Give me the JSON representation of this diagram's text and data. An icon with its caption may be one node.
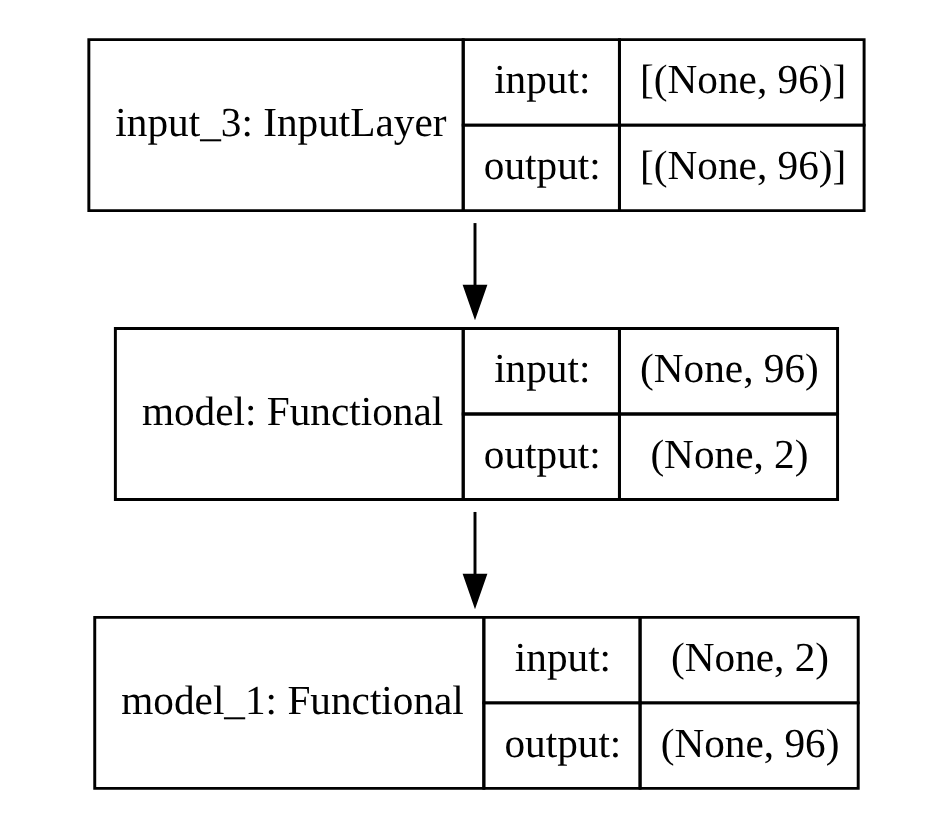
{
  "diagram": {
    "nodes": [
      {
        "text": [
          "input_3: InputLayer",
          "input:",
          "[(None, 96)]",
          "output:",
          "[(None, 96)]"
        ]
      },
      {
        "text": [
          "model: Functional",
          "input:",
          "(None, 96)",
          "output:",
          "(None, 2)"
        ]
      },
      {
        "text": [
          "model_1: Functional",
          "input:",
          "(None, 2)",
          "output:",
          "(None, 96)"
        ]
      }
    ],
    "edges": [
      {
        "from": 0,
        "to": 1,
        "arrow": "to"
      },
      {
        "from": 1,
        "to": 2,
        "arrow": "to"
      }
    ]
  }
}
